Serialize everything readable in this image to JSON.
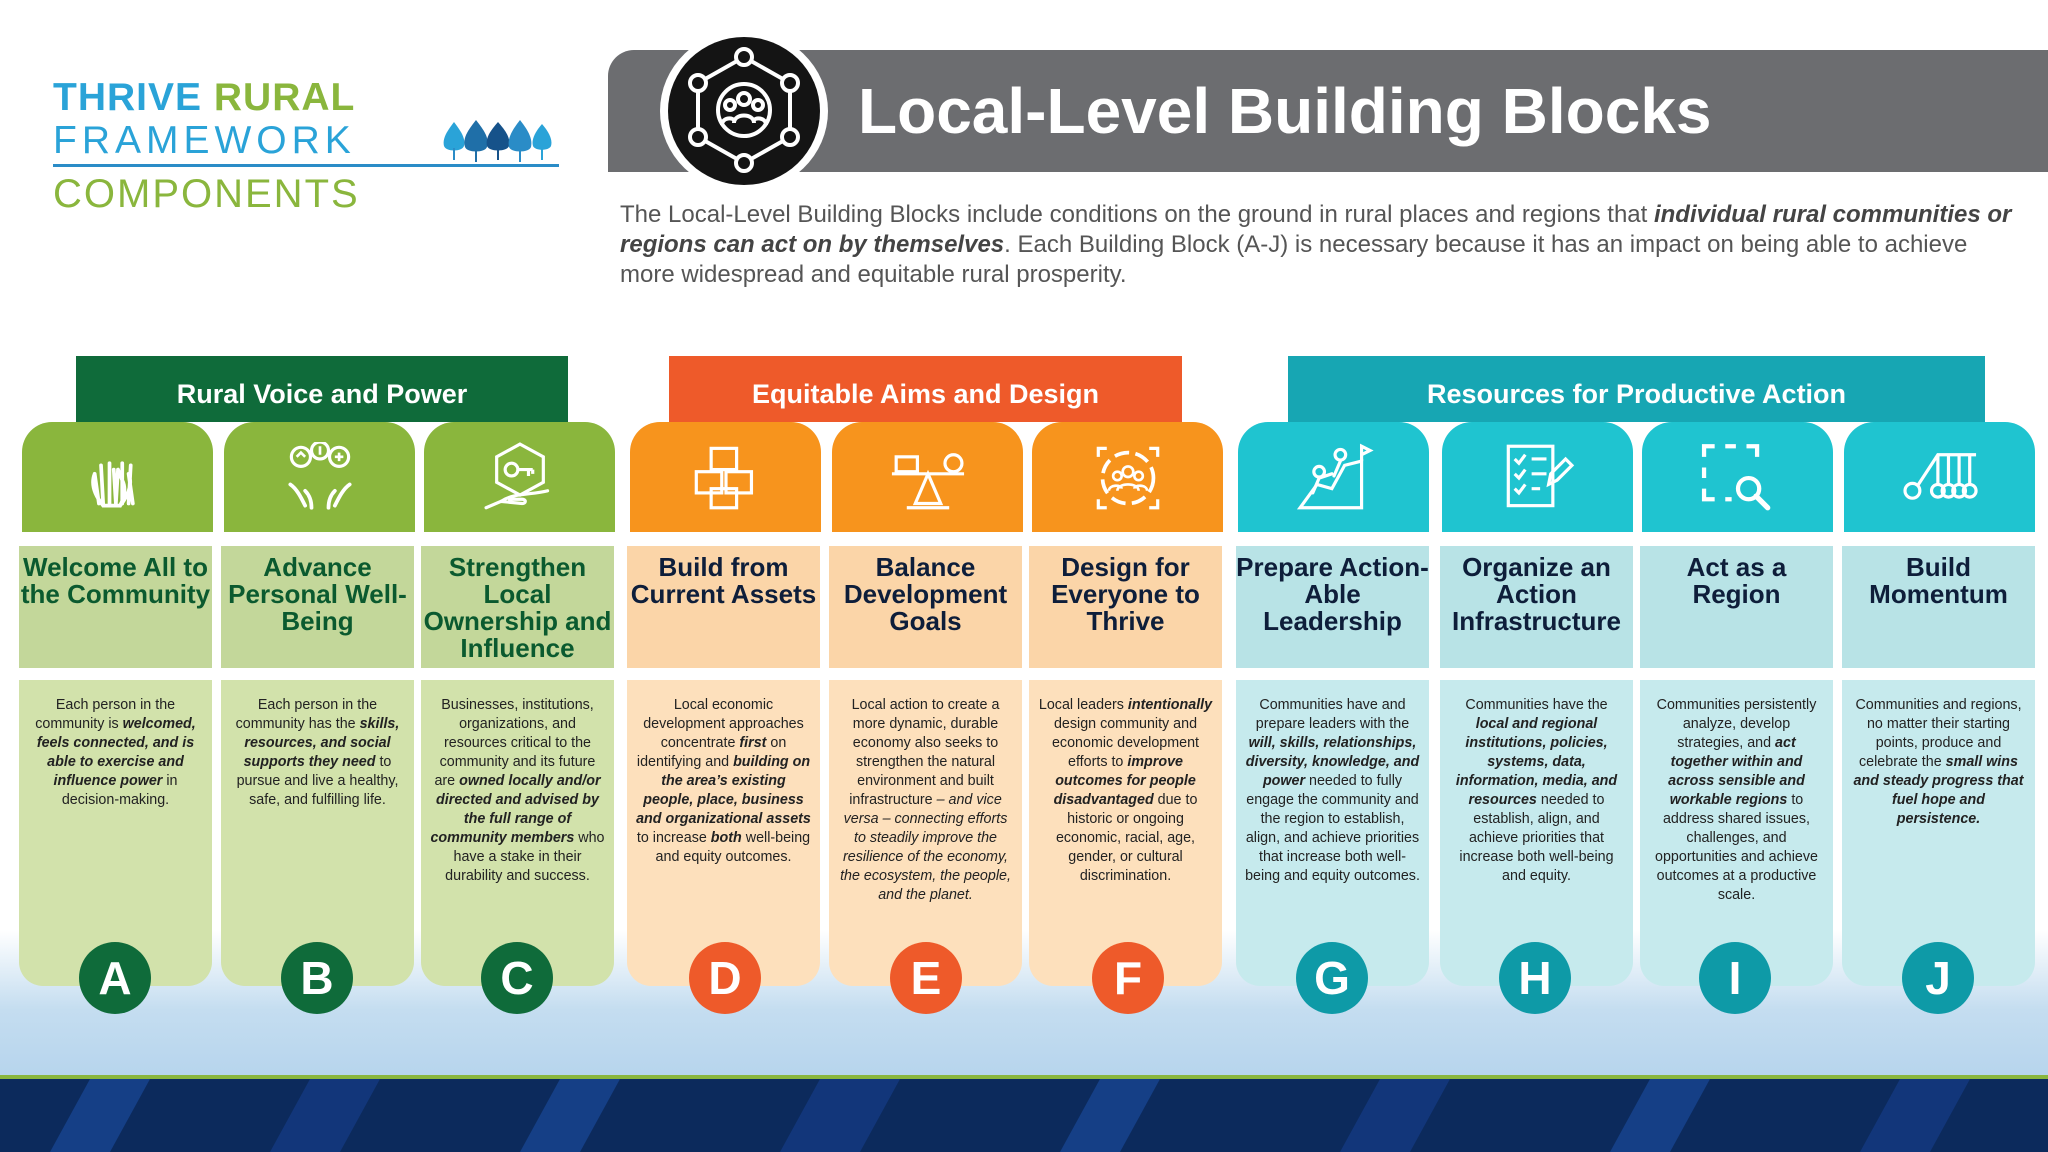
{
  "brand": {
    "line1a": "THRIVE",
    "line1b": "RURAL",
    "line2": "FRAMEWORK",
    "line3": "COMPONENTS"
  },
  "header": {
    "title": "Local-Level Building Blocks",
    "badge_icon": "community-network-icon"
  },
  "intro": {
    "p1": "The Local-Level Building Blocks include conditions on the ground in rural places and regions that ",
    "emph": "individual rural communities or regions can act on by themselves",
    "p2": ". Each Building Block (A-J) is necessary because it has an impact on being able to achieve more widespread and equitable rural prosperity."
  },
  "groups": [
    {
      "label": "Rural Voice and Power",
      "color": "#0f6b3a"
    },
    {
      "label": "Equitable Aims and Design",
      "color": "#ee5a2a"
    },
    {
      "label": "Resources for Productive Action",
      "color": "#17a6b3"
    }
  ],
  "blocks": [
    {
      "letter": "A",
      "icon": "raised-hands-icon",
      "name": "Welcome All to the Community",
      "desc": [
        [
          "Each person in the community is ",
          ""
        ],
        [
          "welcomed, feels connected, and is able to exercise and influence power",
          "em"
        ],
        [
          " in decision-making.",
          ""
        ]
      ]
    },
    {
      "letter": "B",
      "icon": "wellbeing-hands-icon",
      "name": "Advance Personal Well-Being",
      "desc": [
        [
          "Each person in the community has the ",
          ""
        ],
        [
          "skills, resources, and social supports they need",
          "em"
        ],
        [
          " to pursue and live a healthy, safe, and fulfilling life.",
          ""
        ]
      ]
    },
    {
      "letter": "C",
      "icon": "ownership-key-icon",
      "name": "Strengthen Local Ownership and Influence",
      "desc": [
        [
          "Businesses, institutions, organizations, and resources critical to the community and its future are ",
          ""
        ],
        [
          "owned locally and/or directed and advised by the full range of community members",
          ""
        ],
        [
          " who have a stake in their durability and success.",
          ""
        ]
      ]
    },
    {
      "letter": "D",
      "icon": "building-blocks-icon",
      "name": "Build from Current Assets",
      "desc": [
        [
          "Local economic development approaches concentrate ",
          ""
        ],
        [
          "first",
          ""
        ],
        [
          " on identifying and ",
          ""
        ],
        [
          "building on the area’s existing people, place, business and organizational assets",
          ""
        ],
        [
          " to increase ",
          ""
        ],
        [
          "both",
          ""
        ],
        [
          " well-being and equity outcomes.",
          ""
        ]
      ]
    },
    {
      "letter": "E",
      "icon": "balance-seesaw-icon",
      "name": "Balance Development Goals",
      "desc": [
        [
          "Local action to create a more dynamic, durable economy also seeks to strengthen the natural environment and built infrastructure ",
          ""
        ],
        [
          "– and vice versa – connecting efforts to steadily improve the resilience of  the economy, the ecosystem, the people, and the planet.",
          ""
        ]
      ]
    },
    {
      "letter": "F",
      "icon": "design-people-icon",
      "name": "Design for Everyone to Thrive",
      "desc": [
        [
          "Local leaders ",
          ""
        ],
        [
          "intentionally",
          ""
        ],
        [
          " design community and economic development efforts to ",
          ""
        ],
        [
          "improve outcomes for people disadvantaged",
          ""
        ],
        [
          " due to historic or ongoing economic, racial, age, gender, or cultural discrimination.",
          ""
        ]
      ]
    },
    {
      "letter": "G",
      "icon": "climbing-leadership-icon",
      "name": "Prepare Action-Able Leadership",
      "desc": [
        [
          "Communities have and prepare leaders with the ",
          ""
        ],
        [
          "will, skills, relationships, diversity, knowledge, and power",
          ""
        ],
        [
          " needed to fully engage the community and the region to establish, align, and achieve priorities that increase both well-being and equity outcomes.",
          ""
        ]
      ]
    },
    {
      "letter": "H",
      "icon": "checklist-icon",
      "name": "Organize an Action Infrastructure",
      "desc": [
        [
          "Communities have the ",
          ""
        ],
        [
          "local and regional institutions, policies, systems, data, information, media, and resources",
          ""
        ],
        [
          " needed to establish, align, and achieve priorities that increase both well-being and equity.",
          ""
        ]
      ]
    },
    {
      "letter": "I",
      "icon": "region-search-icon",
      "name": "Act as a Region",
      "desc": [
        [
          "Communities persistently analyze, develop strategies, and ",
          ""
        ],
        [
          "act together within and across sensible and workable regions",
          ""
        ],
        [
          " to address shared issues, challenges, and opportunities and achieve outcomes at a productive scale.",
          ""
        ]
      ]
    },
    {
      "letter": "J",
      "icon": "newtons-cradle-icon",
      "name": "Build Momentum",
      "desc": [
        [
          "Communities and regions, no matter their starting points, produce and celebrate the ",
          ""
        ],
        [
          "small wins and steady progress that fuel hope and persistence.",
          ""
        ]
      ]
    }
  ],
  "colors": {
    "green_dark": "#0f6b3a",
    "green_icon": "#8ab63d",
    "green_name": "#c3d79a",
    "green_desc": "#d2e2ab",
    "orange_head": "#ee5a2a",
    "orange_icon": "#f7941d",
    "orange_name": "#fbd5a8",
    "orange_desc": "#fde0bc",
    "teal_head": "#17a6b3",
    "teal_icon": "#1fc4d0",
    "teal_name": "#b8e3e6",
    "teal_desc": "#c6eaed",
    "brand_blue": "#2aa3d8",
    "brand_green": "#8ab63d",
    "banner_gray": "#6c6d70"
  }
}
